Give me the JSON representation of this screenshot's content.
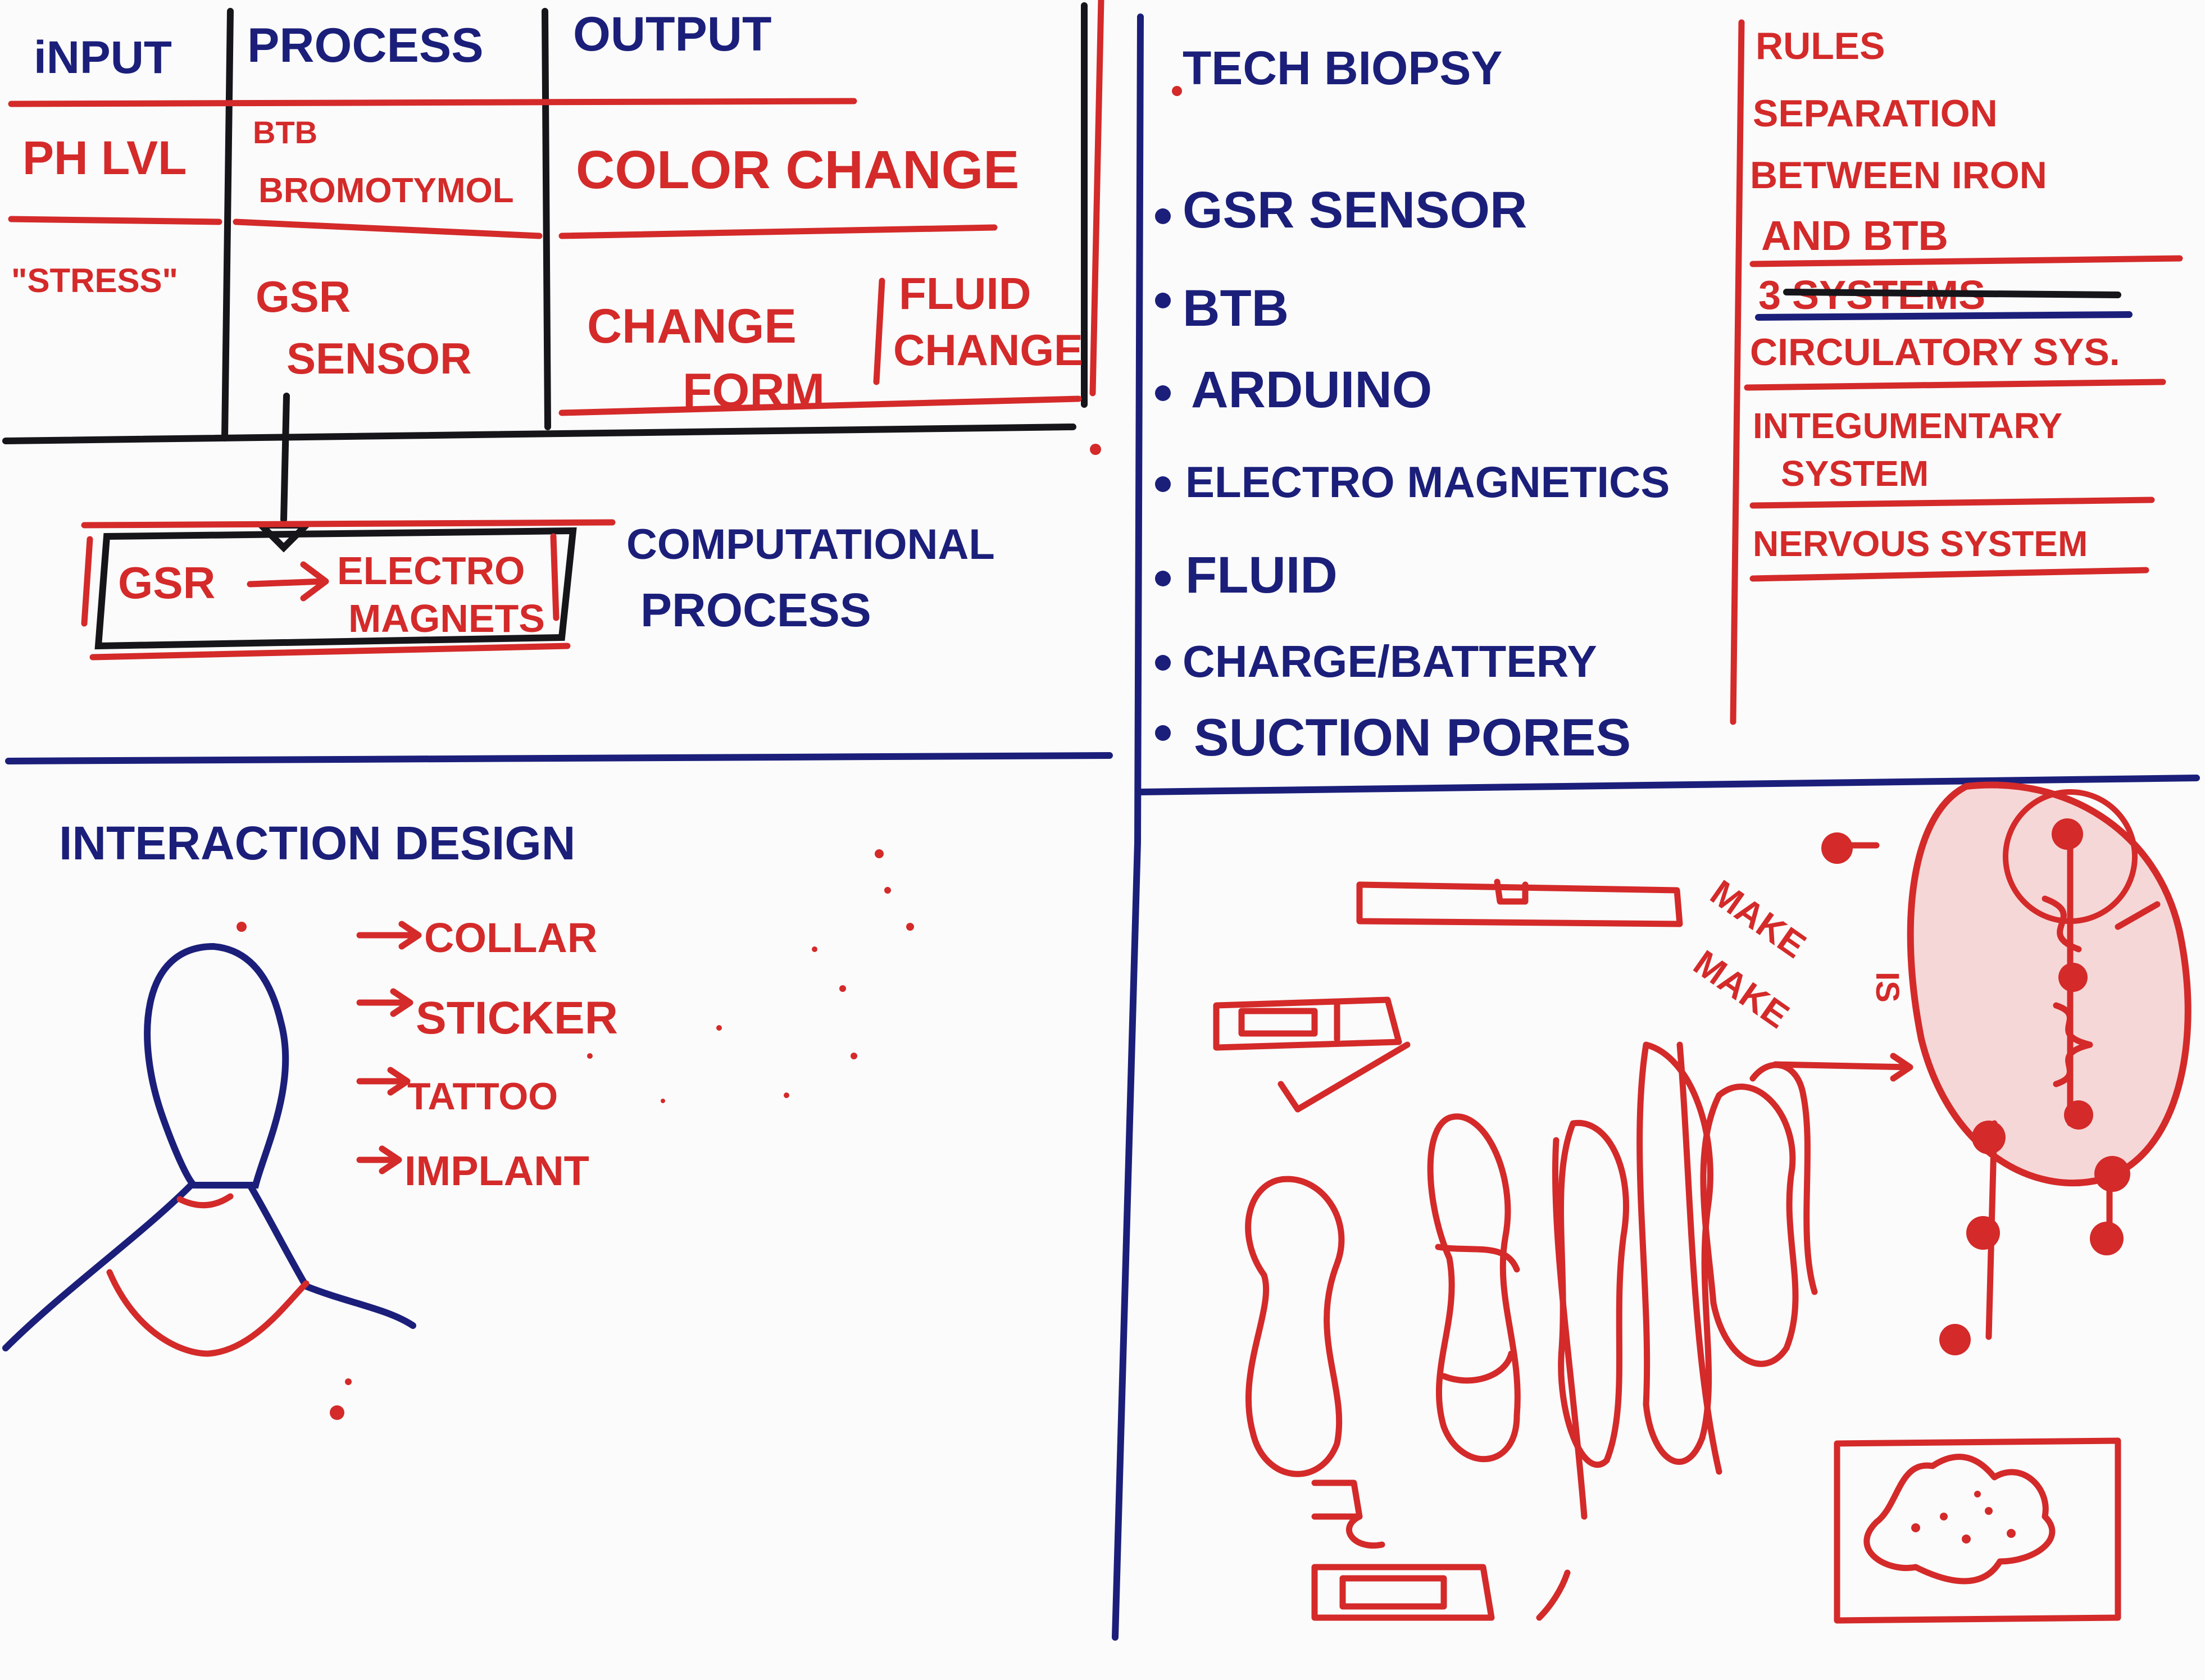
{
  "table": {
    "headers": [
      "iNPUT",
      "PROCESS",
      "OUTPUT"
    ],
    "rows": [
      [
        "PH LVL",
        "BTB BROMOTYMOL",
        "COLOR CHANGE"
      ],
      [
        "\"STRESS\"",
        "GSR SENSOR",
        "CHANGE FORM / FLUID CHANGE"
      ]
    ]
  },
  "process": {
    "box_from": "GSR",
    "box_to_line1": "ELECTRO",
    "box_to_line2": "MAGNETS",
    "label_line1": "COMPUTATIONAL",
    "label_line2": "PROCESS"
  },
  "tech": {
    "title": "TECH BIOPSY",
    "items": [
      "GSR SENSOR",
      "BTB",
      "ARDUINO",
      "ELECTRO MAGNETICS",
      "FLUID",
      "CHARGE/BATTERY",
      "SUCTION PORES"
    ]
  },
  "rules": {
    "title": "RULES",
    "lines": [
      "SEPARATION",
      "BETWEEN IRON",
      "AND BTB",
      "3 SYSTEMS",
      "CIRCULATORY SYS.",
      "INTEGUMENTARY",
      "SYSTEM",
      "NERVOUS SYSTEM"
    ]
  },
  "interaction": {
    "title": "INTERACTION DESIGN",
    "options": [
      "COLLAR",
      "STICKER",
      "TATTOO",
      "IMPLANT"
    ]
  },
  "sketch": {
    "notes": [
      "MAKE",
      "MAKE",
      "IS"
    ]
  },
  "colors": {
    "blue_marker": "#1b1f7a",
    "red_marker": "#d42a2a",
    "black_marker": "#15151a",
    "paper": "#fbfbfb"
  }
}
